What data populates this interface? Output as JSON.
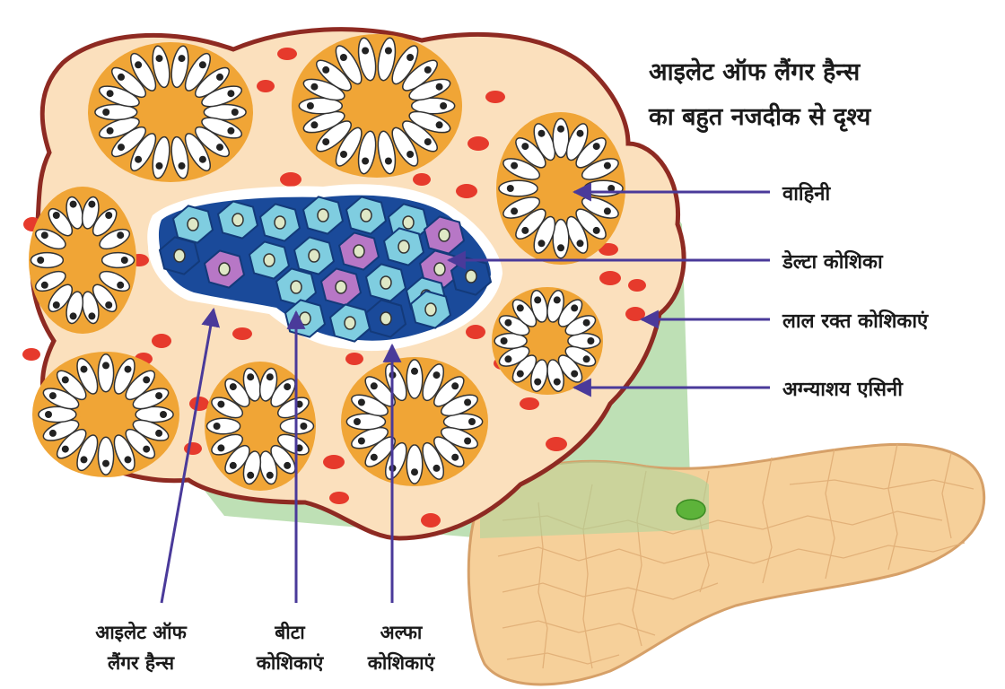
{
  "title": {
    "line1": "आइलेट ऑफ लैंगर हैन्स",
    "line2": "का बहुत नजदीक से दृश्य"
  },
  "labels": {
    "duct": "वाहिनी",
    "delta": "डेल्टा कोशिका",
    "rbc": "लाल रक्त कोशिकाएं",
    "acini": "अग्न्याशय एसिनी",
    "islet_1": "आइलेट ऑफ",
    "islet_2": "लैंगर हैन्स",
    "beta_1": "बीटा",
    "beta_2": "कोशिकाएं",
    "alpha_1": "अल्फा",
    "alpha_2": "कोशिकाएं"
  },
  "colors": {
    "tissue": "#fbe0bd",
    "tissue_border": "#8e2a22",
    "acinus_orange": "#f0a536",
    "cell_white": "#ffffff",
    "rbc_red": "#e63a2c",
    "beta_cell": "#7fcde0",
    "alpha_cell": "#1a4a9a",
    "delta_cell": "#b777c6",
    "arrow": "#4a3a9a",
    "highlight_green": "#a8d59c",
    "pancreas": "#f6d09a"
  }
}
